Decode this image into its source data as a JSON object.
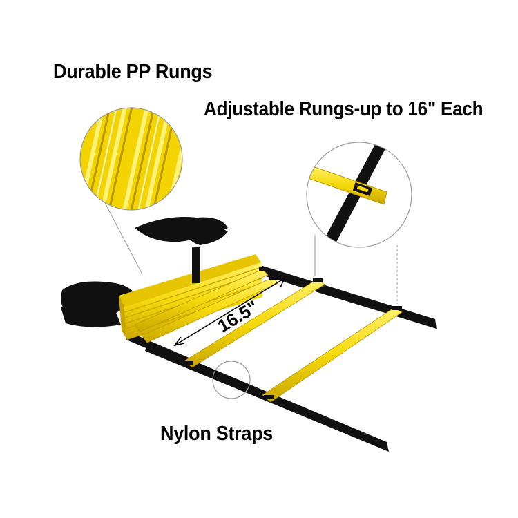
{
  "image": {
    "subject": "agility ladder",
    "colors": {
      "background": "#ffffff",
      "rung": "#f5d90a",
      "rung_shadow": "#c9a800",
      "rung_highlight": "#fff27a",
      "strap": "#111111",
      "circle_outline": "#9a9a9a",
      "text": "#000000"
    }
  },
  "labels": {
    "durable": "Durable PP Rungs",
    "adjustable": "Adjustable Rungs-up to 16\" Each",
    "nylon": "Nylon Straps",
    "dimension": "16.5\""
  }
}
